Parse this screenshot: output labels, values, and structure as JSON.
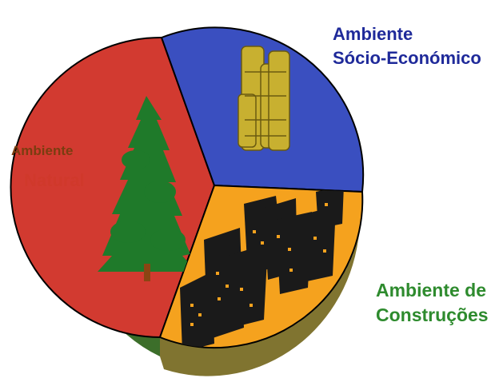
{
  "labels": {
    "socio": {
      "line1": "Ambiente",
      "line2": "Sócio-Económico"
    },
    "natural": {
      "line1": "Ambiente",
      "line2": "Natural"
    },
    "construcoes": {
      "line1": "Ambiente de",
      "line2": "Construções"
    }
  },
  "colors": {
    "socio_sector": "#3a4fc0",
    "natural_sector": "#d23a30",
    "construcoes_sector": "#f5a21e",
    "rim_green": "#3c6e2a",
    "rim_olive": "#807430",
    "socio_label": "#1f2a9a",
    "natural_label_top": "#7a3d10",
    "natural_label_bottom": "#d0392b",
    "construcoes_label": "#2e8b2e",
    "tree": "#1f7a2a",
    "trunk": "#8b4513",
    "buildings": "#1a1a1a",
    "books": "#c8b030"
  },
  "icons": {
    "natural": "tree-icon",
    "socio": "books-icon",
    "construcoes": "city-buildings-icon"
  }
}
